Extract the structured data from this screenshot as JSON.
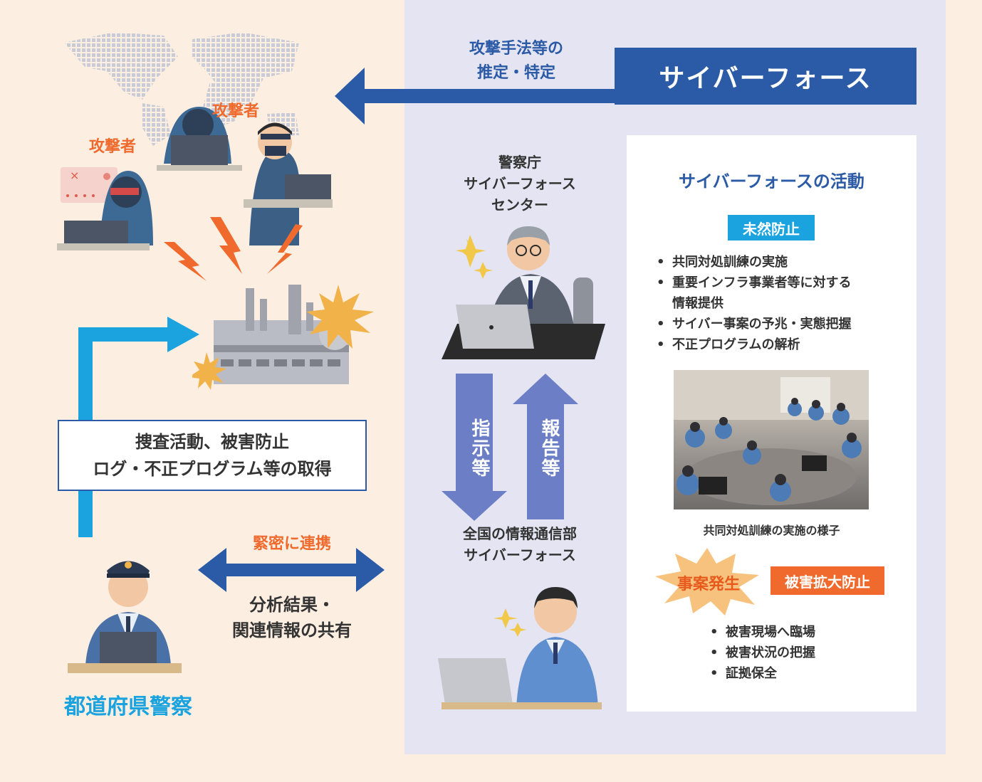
{
  "banner": {
    "title": "サイバーフォース",
    "action_label": [
      "攻撃手法等の",
      "推定・特定"
    ]
  },
  "attackers": {
    "label_1": "攻撃者",
    "label_2": "攻撃者"
  },
  "center_top": {
    "lines": [
      "警察庁",
      "サイバーフォース",
      "センター"
    ]
  },
  "center_bottom": {
    "lines": [
      "全国の情報通信部",
      "サイバーフォース"
    ]
  },
  "arrows": {
    "down_label": "指示等",
    "up_label": "報告等"
  },
  "activities": {
    "title": "サイバーフォースの活動",
    "prevent_badge": "未然防止",
    "prevent_items": [
      "共同対処訓練の実施",
      "重要インフラ事業者等に対する",
      "情報提供",
      "サイバー事案の予兆・実態把握",
      "不正プログラムの解析"
    ],
    "photo_caption": "共同対処訓練の実施の様子",
    "incident_label": "事案発生",
    "damage_badge": "被害拡大防止",
    "damage_items": [
      "被害現場へ臨場",
      "被害状況の把握",
      "証拠保全"
    ]
  },
  "task_box": {
    "lines": [
      "捜査活動、被害防止",
      "ログ・不正プログラム等の取得"
    ]
  },
  "cooperation": {
    "label": "緊密に連携",
    "share_lines": [
      "分析結果・",
      "関連情報の共有"
    ]
  },
  "police": {
    "label": "都道府県警察"
  },
  "colors": {
    "navy": "#2b5aa6",
    "cyan": "#1aa3de",
    "orange": "#ef6a2c",
    "panel": "#e4e4f2",
    "bg": "#fdeee2"
  }
}
